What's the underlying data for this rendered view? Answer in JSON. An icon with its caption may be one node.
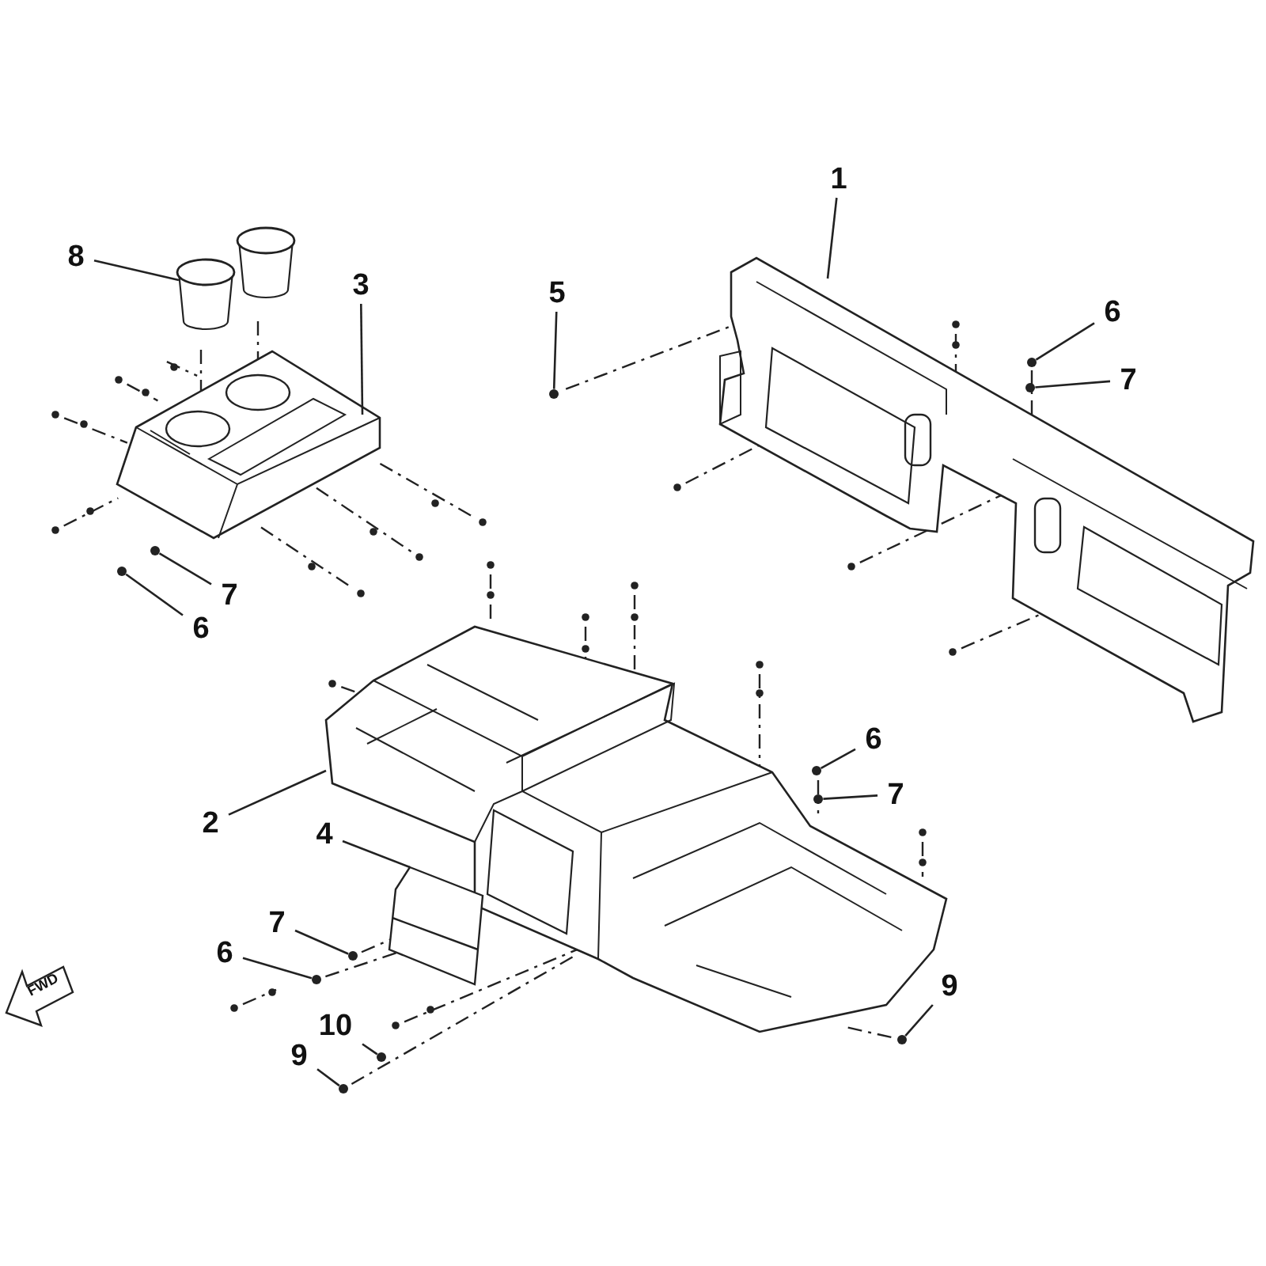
{
  "diagram": {
    "nodes": [
      {
        "text": [
          "1"
        ]
      },
      {
        "text": [
          "5"
        ]
      },
      {
        "text": [
          "6"
        ]
      },
      {
        "text": [
          "7"
        ]
      },
      {
        "text": [
          "3"
        ]
      },
      {
        "text": [
          "8"
        ]
      },
      {
        "text": [
          "7"
        ]
      },
      {
        "text": [
          "6"
        ]
      },
      {
        "text": [
          "2"
        ]
      },
      {
        "text": [
          "4"
        ]
      },
      {
        "text": [
          "6"
        ]
      },
      {
        "text": [
          "7"
        ]
      },
      {
        "text": [
          "7"
        ]
      },
      {
        "text": [
          "6"
        ]
      },
      {
        "text": [
          "9"
        ]
      },
      {
        "text": [
          "10"
        ]
      },
      {
        "text": [
          "9"
        ]
      },
      {
        "text": [],
        "shape": "picture"
      },
      {
        "text": [],
        "shape": "picture"
      },
      {
        "text": [],
        "shape": "picture"
      },
      {
        "text": [],
        "shape": "picture"
      },
      {
        "text": [],
        "shape": "picture"
      },
      {
        "text": [],
        "shape": "circle"
      },
      {
        "text": [],
        "shape": "circle"
      },
      {
        "text": [],
        "shape": "circle"
      },
      {
        "text": [],
        "shape": "circle"
      },
      {
        "text": [],
        "shape": "circle"
      },
      {
        "text": [],
        "shape": "circle"
      },
      {
        "text": [],
        "shape": "circle"
      },
      {
        "text": [],
        "shape": "circle"
      },
      {
        "text": [],
        "shape": "circle"
      },
      {
        "text": [],
        "shape": "circle"
      },
      {
        "text": [],
        "shape": "circle"
      },
      {
        "text": [],
        "shape": "circle"
      }
    ],
    "edges": [
      {
        "from": 0,
        "to": 17,
        "arrow": "none"
      },
      {
        "from": 1,
        "to": 22,
        "arrow": "none"
      },
      {
        "from": 2,
        "to": 23,
        "arrow": "none"
      },
      {
        "from": 3,
        "to": 24,
        "arrow": "none"
      },
      {
        "from": 4,
        "to": 18,
        "arrow": "none"
      },
      {
        "from": 5,
        "to": 19,
        "arrow": "none"
      },
      {
        "from": 6,
        "to": 25,
        "arrow": "none"
      },
      {
        "from": 7,
        "to": 26,
        "arrow": "none"
      },
      {
        "from": 8,
        "to": 20,
        "arrow": "none"
      },
      {
        "from": 9,
        "to": 21,
        "arrow": "none"
      },
      {
        "from": 10,
        "to": 27,
        "arrow": "none"
      },
      {
        "from": 11,
        "to": 28,
        "arrow": "none"
      },
      {
        "from": 12,
        "to": 29,
        "arrow": "none"
      },
      {
        "from": 13,
        "to": 30,
        "arrow": "none"
      },
      {
        "from": 14,
        "to": 31,
        "arrow": "none"
      },
      {
        "from": 15,
        "to": 32,
        "arrow": "none"
      },
      {
        "from": 16,
        "to": 33,
        "arrow": "none"
      }
    ],
    "labels": [
      "FWD"
    ]
  }
}
